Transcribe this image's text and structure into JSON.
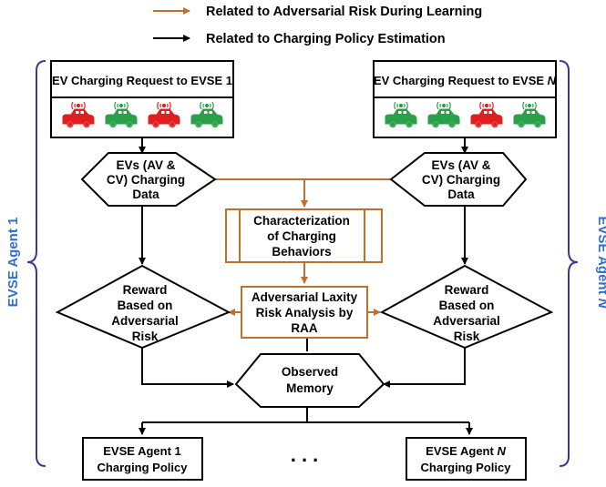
{
  "colors": {
    "adversarial": "#c0702a",
    "policy": "#000000",
    "agent_label": "#2f6fd6",
    "car_red": "#e02020",
    "car_green": "#2aa048"
  },
  "legend": {
    "adversarial_label": "Related to Adversarial Risk During Learning",
    "policy_label": "Related to Charging Policy Estimation"
  },
  "agents": {
    "left_label": "EVSE Agent 1",
    "right_label_prefix": "EVSE Agent ",
    "right_label_var": "N"
  },
  "requests": {
    "left_title": "EV Charging Request to EVSE 1",
    "right_title_prefix": "EV Charging Request to EVSE ",
    "right_title_var": "N",
    "left_cars": [
      "car-red-icon",
      "car-green-icon",
      "car-red-icon",
      "car-green-icon"
    ],
    "right_cars": [
      "car-green-icon",
      "car-green-icon",
      "car-red-icon",
      "car-green-icon"
    ]
  },
  "charging_data": {
    "lines": [
      "EVs (AV &",
      "CV) Charging",
      "Data"
    ]
  },
  "characterization": {
    "lines": [
      "Characterization",
      "of Charging",
      "Behaviors"
    ]
  },
  "risk_analysis": {
    "lines": [
      "Adversarial Laxity",
      "Risk Analysis by",
      "RAA"
    ]
  },
  "reward": {
    "lines": [
      "Reward",
      "Based on",
      "Adversarial",
      "Risk"
    ]
  },
  "memory": {
    "lines": [
      "Observed",
      "Memory"
    ]
  },
  "policies": {
    "left_lines": [
      "EVSE Agent 1",
      "Charging Policy"
    ],
    "right_line1_prefix": "EVSE Agent ",
    "right_line1_var": "N",
    "right_line2": "Charging Policy"
  },
  "ellipsis": ". . ."
}
